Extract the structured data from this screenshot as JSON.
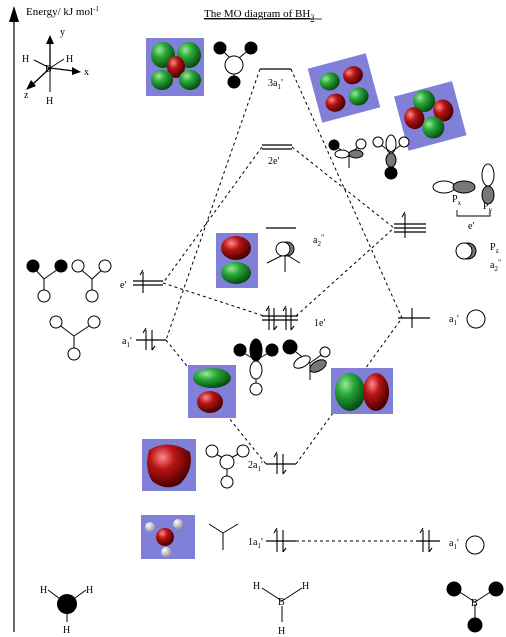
{
  "title": "The MO diagram of BH",
  "title_sub": "3",
  "energy_label": "Energy/ kJ mol",
  "energy_sup": "-1",
  "axes_labels": {
    "x": "x",
    "y": "y",
    "z": "z",
    "atom_b": "B",
    "atom_h": "H"
  },
  "mo_levels": {
    "a3": "3a",
    "a3_sub": "1",
    "a3_prime": "'",
    "e2": "2e'",
    "a2pp": "a",
    "a2pp_sub": "2",
    "a2pp_sup": "\"",
    "e1": "1e'",
    "a2": "2a",
    "a2_sub": "1",
    "a2_prime": "'",
    "a1": "1a",
    "a1_sub": "1",
    "a1_prime": "'"
  },
  "left_levels": {
    "e_prime": "e'",
    "a1": "a",
    "a1_sub": "1",
    "a1_prime": "'"
  },
  "right_levels": {
    "px": "P",
    "px_sub": "x",
    "py": "P",
    "py_sub": "y",
    "e_prime": "e'",
    "pz": "P",
    "pz_sub": "z",
    "a2pp": "a",
    "a2pp_sub": "2",
    "a2pp_sup": "\"",
    "a1_2s": "a",
    "a1_2s_sub": "1",
    "a1_2s_prime": "'",
    "a1_1s": "a",
    "a1_1s_sub": "1",
    "a1_1s_prime": "'"
  },
  "bottom_atoms": {
    "h": "H",
    "b": "B"
  },
  "colors": {
    "orbital_bg": "#8080d8",
    "lobe_green": "#1a9a2a",
    "lobe_red": "#b01010",
    "line": "#000000"
  }
}
